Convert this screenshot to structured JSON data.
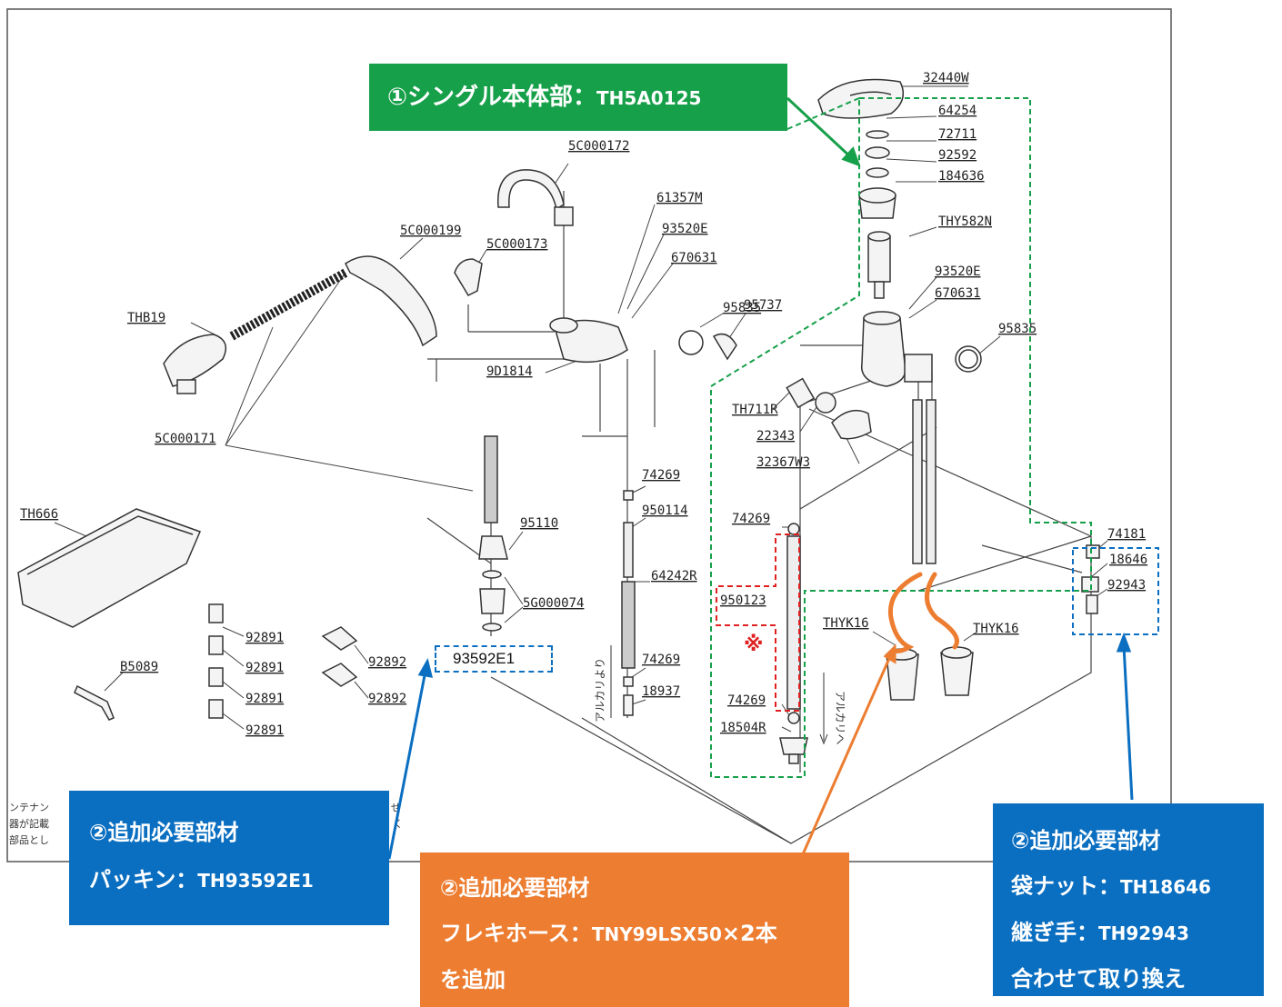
{
  "parts": {
    "p32440W": "32440W",
    "p64254": "64254",
    "p72711": "72711",
    "p92592": "92592",
    "p184636": "184636",
    "pTHY582N": "THY582N",
    "p93520E_r": "93520E",
    "p670631_r": "670631",
    "p95835_r": "95835",
    "pTH711R": "TH711R",
    "p22343": "22343",
    "p32367W3": "32367W3",
    "p74269_a": "74269",
    "p950123": "950123",
    "p74269_b": "74269",
    "p18504R": "18504R",
    "p74181": "74181",
    "p18646": "18646",
    "p92943": "92943",
    "pTHYK16_a": "THYK16",
    "pTHYK16_b": "THYK16",
    "p5C000172": "5C000172",
    "p61357M": "61357M",
    "p93520E_l": "93520E",
    "p670631_l": "670631",
    "p95835_l": "95835",
    "p95737": "95737",
    "p5C000199": "5C000199",
    "p5C000173": "5C000173",
    "pTHB19": "THB19",
    "p9D1814": "9D1814",
    "p5C000171": "5C000171",
    "p74269_c": "74269",
    "p950114": "950114",
    "p64242R": "64242R",
    "p74269_d": "74269",
    "p18937": "18937",
    "p95110": "95110",
    "p5G000074": "5G000074",
    "pTH666": "TH666",
    "pB5089": "B5089",
    "p92891_a": "92891",
    "p92891_b": "92891",
    "p92891_c": "92891",
    "p92891_d": "92891",
    "p92892_a": "92892",
    "p92892_b": "92892",
    "p93592E1": "93592E1"
  },
  "flow_labels": {
    "alkali_from": "アルカリより",
    "alkali_to": "アルカリへ",
    "note_mark": "※"
  },
  "footer_fragments": {
    "line1": "ンテナン",
    "line2": "器が記載",
    "line3": "部品とし",
    "tail1": "ぜ",
    "tail2": "く"
  },
  "callouts": {
    "main": {
      "prefix": "①シングル本体部：",
      "code": "TH5A0125"
    },
    "packing": {
      "title": "②追加必要部材",
      "label": "パッキン：",
      "code": "TH93592E1"
    },
    "hose": {
      "title": "②追加必要部材",
      "label": "フレキホース：",
      "code": "TNY99LSX50",
      "qty": "×2本",
      "suffix": "を追加"
    },
    "nut": {
      "title": "②追加必要部材",
      "nut_label": "袋ナット：",
      "nut_code": "TH18646",
      "joint_label": "継ぎ手：",
      "joint_code": "TH92943",
      "footer": "合わせて取り換え"
    }
  },
  "colors": {
    "green": "#17a04a",
    "blue": "#0b6fc1",
    "orange": "#ec7d31",
    "red": "#e02020",
    "line": "#3a3a3a"
  }
}
